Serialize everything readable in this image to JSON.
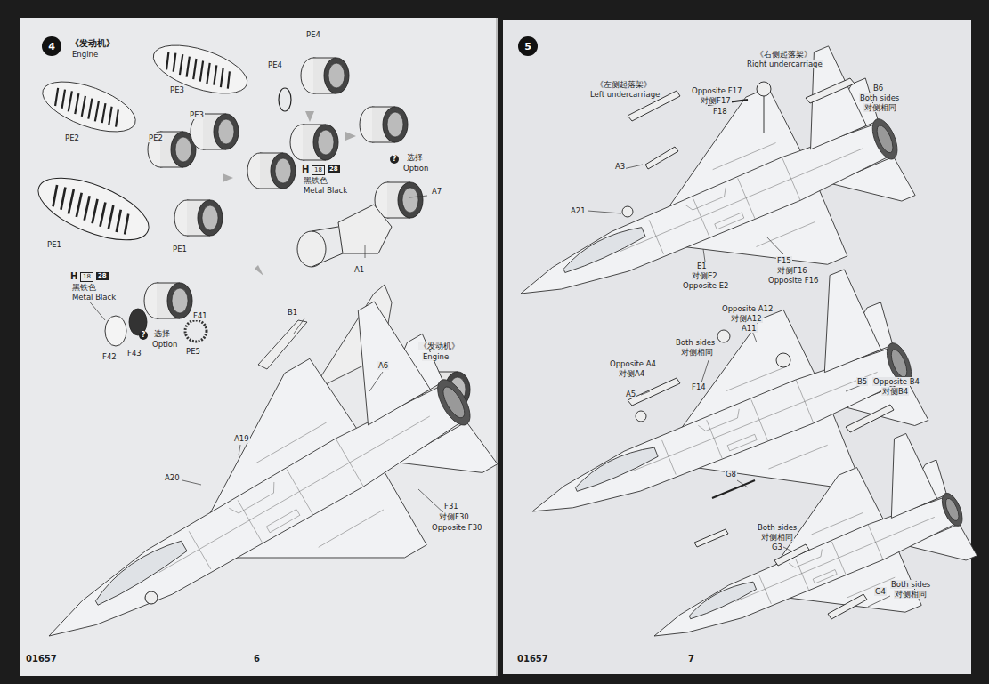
{
  "diagram": {
    "nodes": [
      {
        "text": [
          "4"
        ]
      },
      {
        "text": [
          "5"
        ]
      }
    ],
    "labels": [
      "《发动机》",
      "Engine",
      "PE4",
      "PE4",
      "PE3",
      "PE3",
      "PE2",
      "PE2",
      "PE1",
      "PE1",
      "H",
      "18",
      "28",
      "黑铁色",
      "Metal Black",
      "?",
      "选择",
      "Option",
      "A7",
      "A1",
      "H",
      "18",
      "28",
      "黑铁色",
      "Metal Black",
      "F41",
      "F42",
      "F43",
      "PE5",
      "?",
      "选择",
      "Option",
      "B1",
      "A6",
      "《发动机》",
      "Engine",
      "A19",
      "A20",
      "F31",
      "对侧F30",
      "Opposite F30",
      "01657",
      "6",
      "《右侧起落架》",
      "Right undercarriage",
      "《左侧起落架》",
      "Left undercarriage",
      "Opposite F17",
      "对侧F17",
      "F18",
      "B6",
      "Both sides",
      "对侧相同",
      "A3",
      "A21",
      "F15",
      "对侧F16",
      "Opposite F16",
      "E1",
      "对侧E2",
      "Opposite E2",
      "Opposite A12",
      "对侧A12",
      "A11",
      "Both sides",
      "对侧相同",
      "Opposite A4",
      "对侧A4",
      "F14",
      "A5",
      "B5",
      "Opposite B4",
      "对侧B4",
      "G8",
      "Both sides",
      "对侧相同",
      "G3",
      "G4",
      "Both sides",
      "对侧相同",
      "01657",
      "7"
    ]
  }
}
